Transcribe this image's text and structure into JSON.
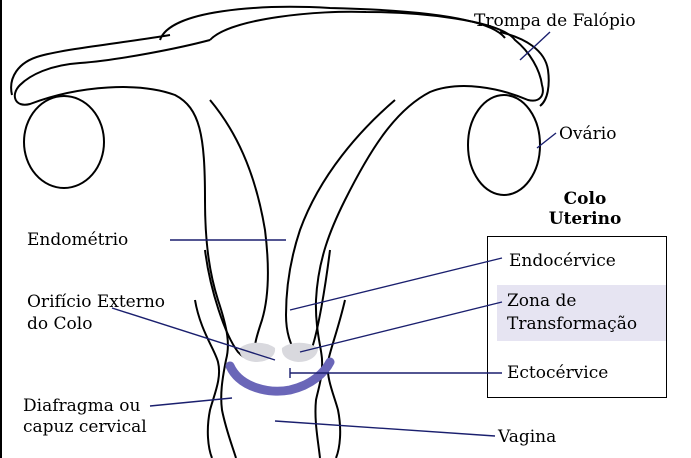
{
  "labels": {
    "fallopian_tube": "Trompa de Falópio",
    "ovary": "Ovário",
    "cervix_title_line1": "Colo",
    "cervix_title_line2": "Uterino",
    "endometrium": "Endométrio",
    "endocervix": "Endocérvice",
    "external_os_line1": "Orifício Externo",
    "external_os_line2": "do Colo",
    "transformation_zone_line1": "Zona de",
    "transformation_zone_line2": "Transformação",
    "ectocervix": "Ectocérvice",
    "diaphragm_line1": "Diafragma ou",
    "diaphragm_line2": "capuz cervical",
    "vagina": "Vagina"
  },
  "colors": {
    "outline": "#000000",
    "leader_line": "#1a1f6e",
    "diaphragm": "#6a66b8",
    "cervix_tissue": "#d9d9de",
    "transformation_zone_highlight": "#e6e4f2"
  }
}
